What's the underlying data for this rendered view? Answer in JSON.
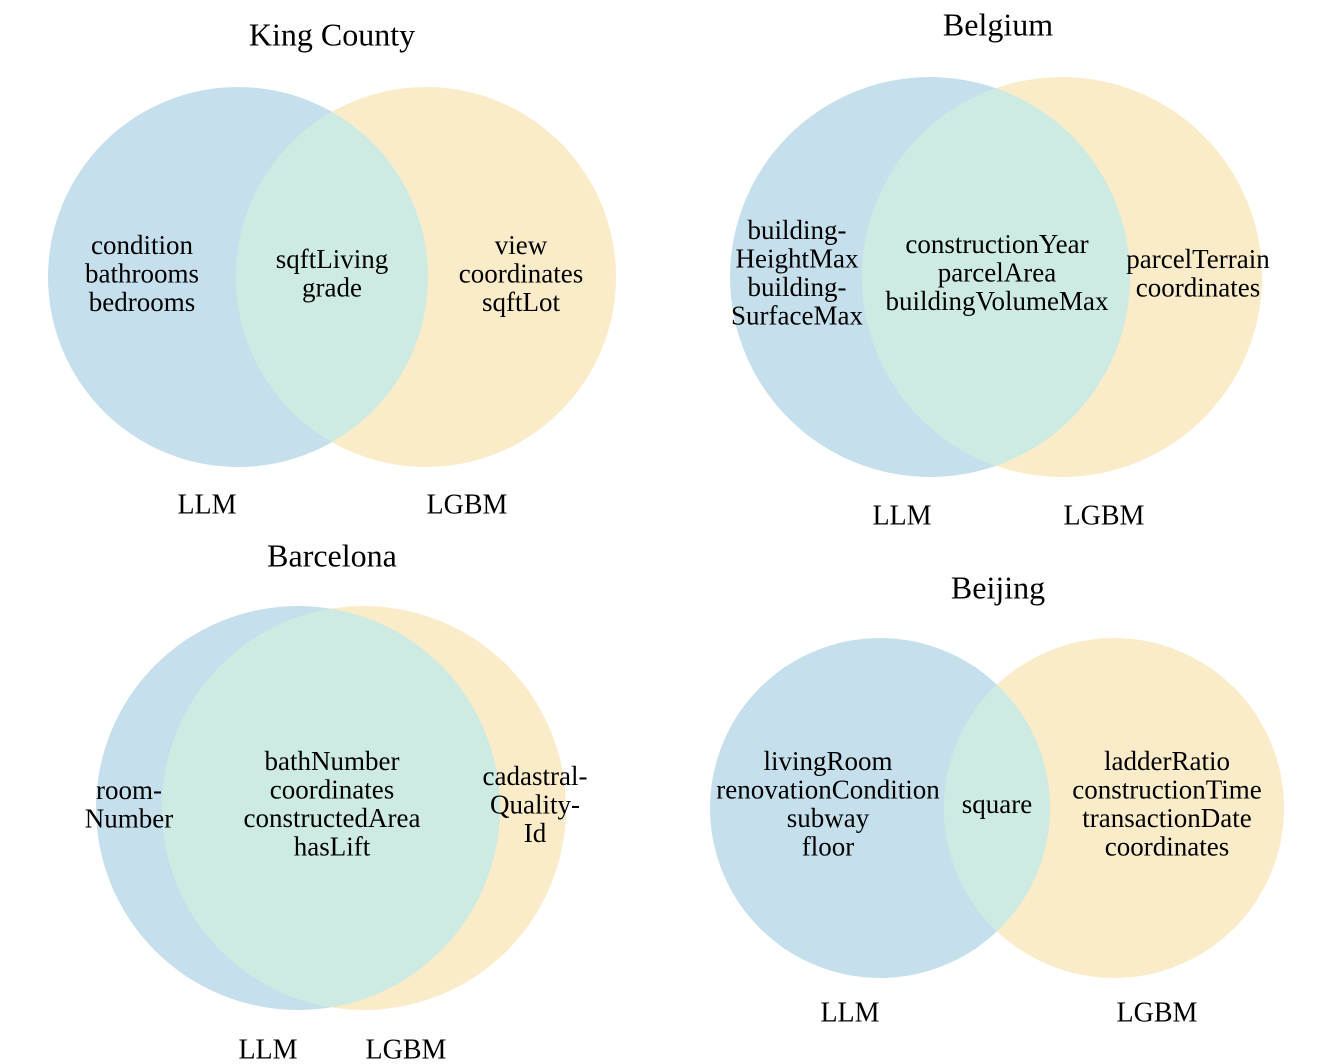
{
  "colors": {
    "llm": "#c5e0ec",
    "lgbm": "#faebc9",
    "overlap": "#cdebe2"
  },
  "panels": [
    {
      "title": "King County",
      "left_label": "LLM",
      "right_label": "LGBM",
      "left_only": [
        "condition",
        "bathrooms",
        "bedrooms"
      ],
      "both": [
        "sqftLiving",
        "grade"
      ],
      "right_only": [
        "view",
        "coordinates",
        "sqftLot"
      ]
    },
    {
      "title": "Belgium",
      "left_label": "LLM",
      "right_label": "LGBM",
      "left_only": [
        "building-",
        "HeightMax",
        "building-",
        "SurfaceMax"
      ],
      "both": [
        "constructionYear",
        "parcelArea",
        "buildingVolumeMax"
      ],
      "right_only": [
        "parcelTerrain",
        "coordinates"
      ]
    },
    {
      "title": "Barcelona",
      "left_label": "LLM",
      "right_label": "LGBM",
      "left_only": [
        "room-",
        "Number"
      ],
      "both": [
        "bathNumber",
        "coordinates",
        "constructedArea",
        "hasLift"
      ],
      "right_only": [
        "cadastral-",
        "Quality-",
        "Id"
      ]
    },
    {
      "title": "Beijing",
      "left_label": "LLM",
      "right_label": "LGBM",
      "left_only": [
        "livingRoom",
        "renovationCondition",
        "subway",
        "floor"
      ],
      "both": [
        "square"
      ],
      "right_only": [
        "ladderRatio",
        "constructionTime",
        "transactionDate",
        "coordinates"
      ]
    }
  ]
}
